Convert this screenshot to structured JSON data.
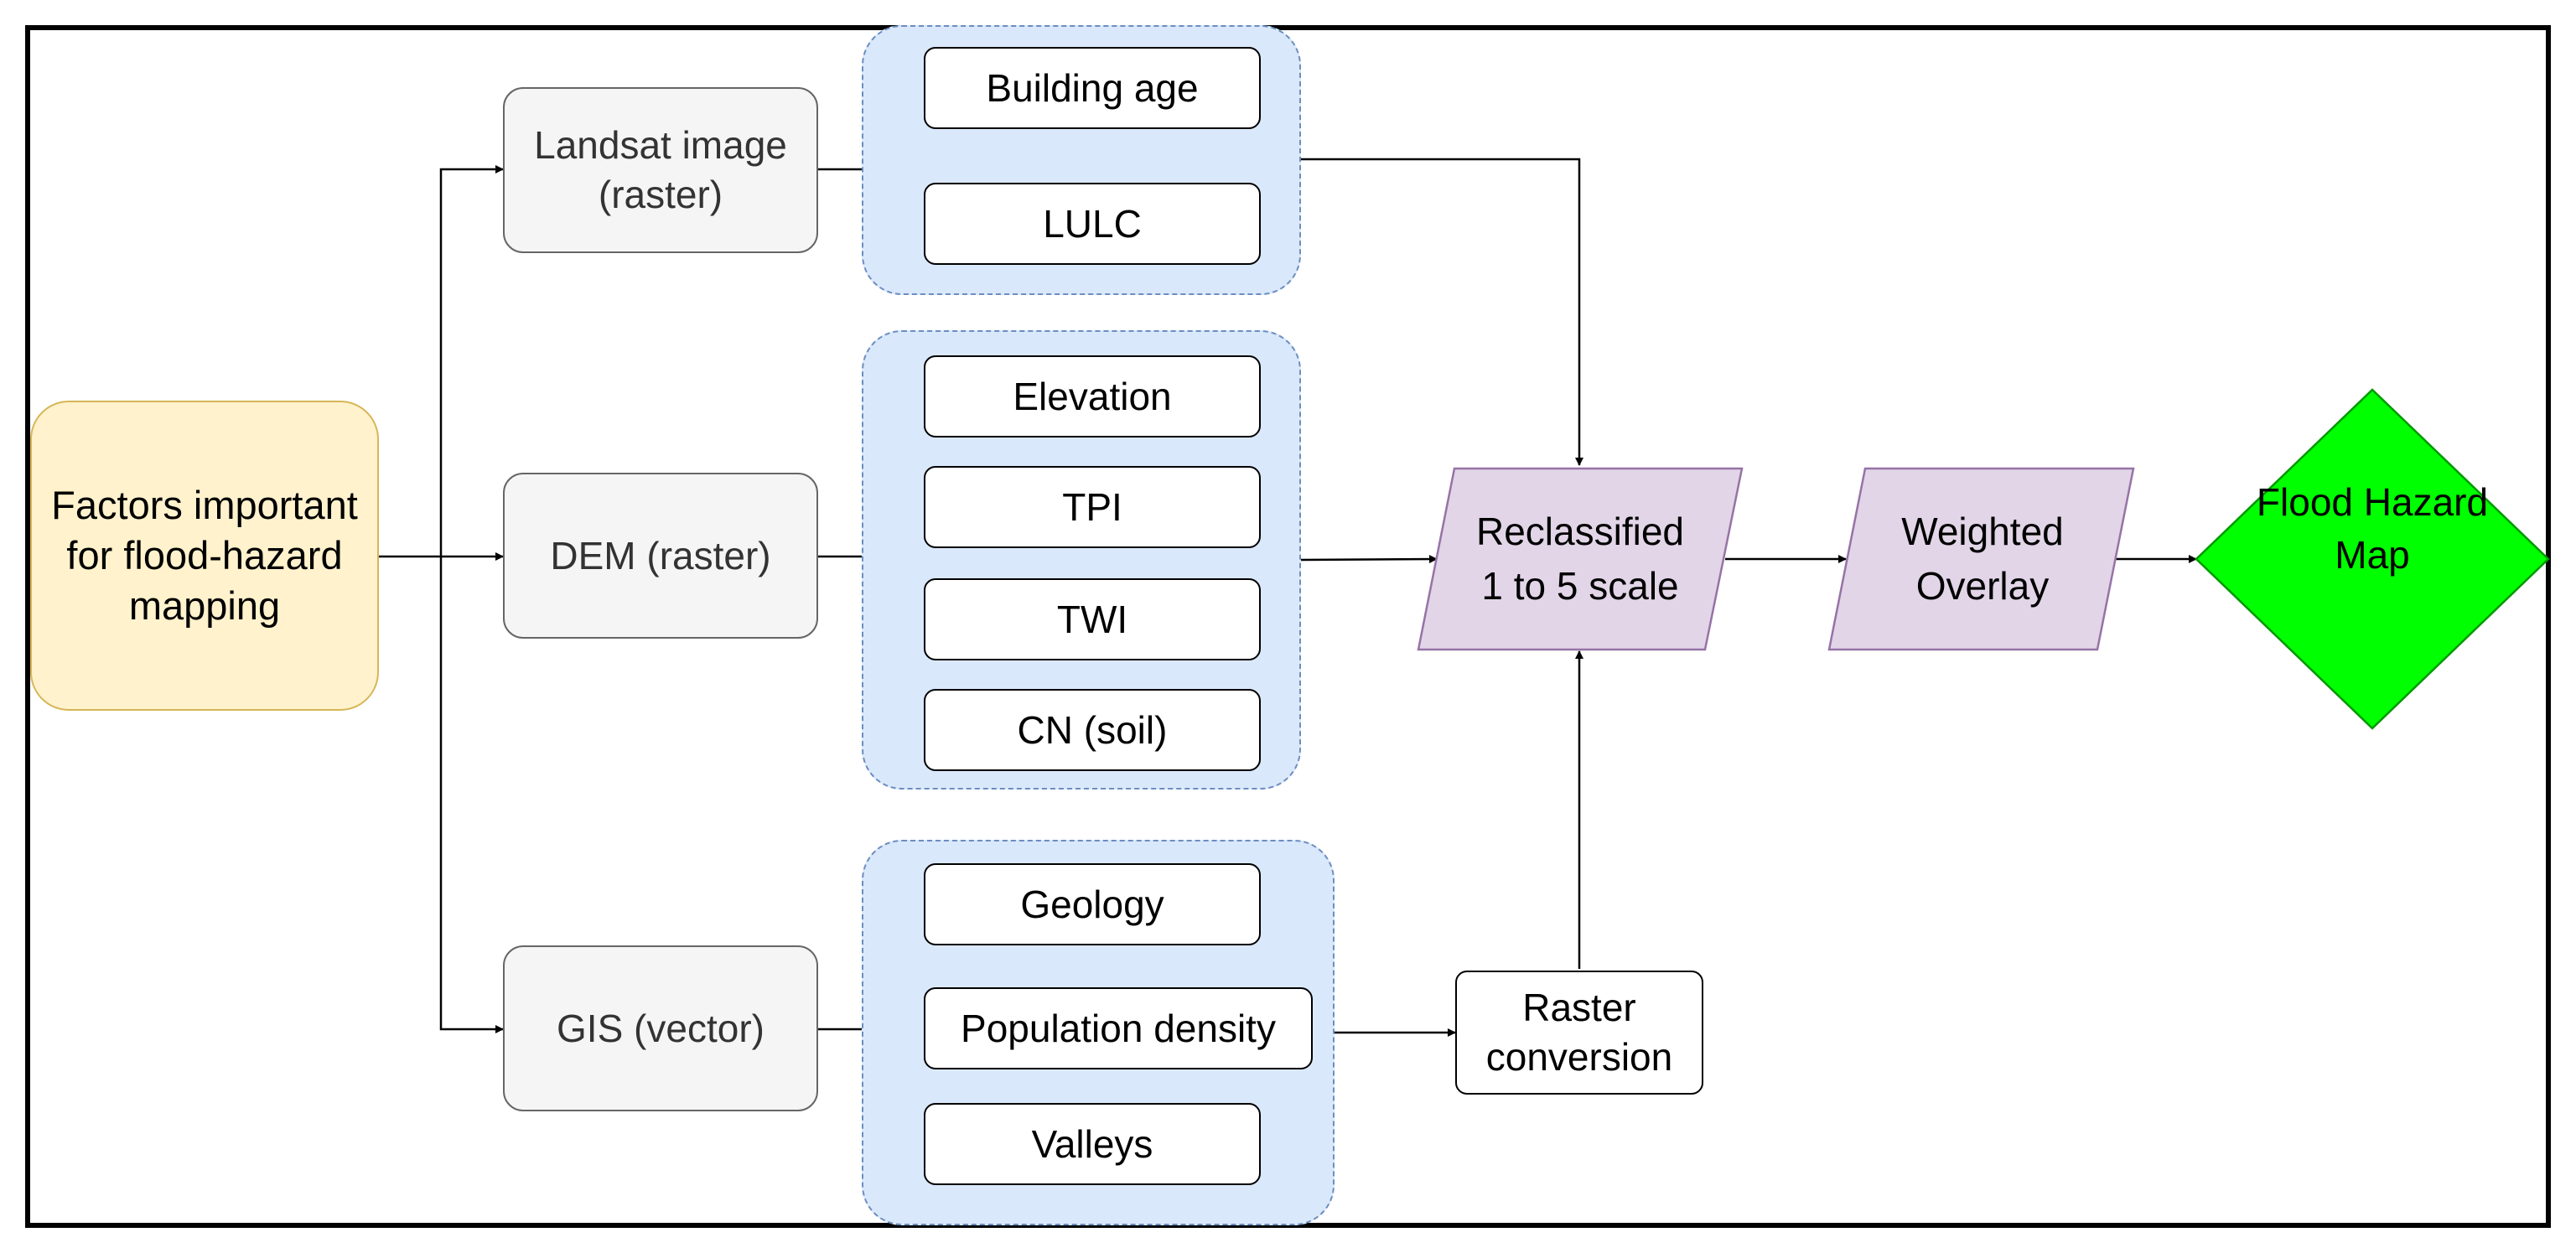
{
  "source": {
    "label": "Factors important\nfor flood-hazard\nmapping"
  },
  "inputs": {
    "landsat": "Landsat image\n(raster)",
    "dem": "DEM (raster)",
    "gis": "GIS (vector)"
  },
  "factors": {
    "building_age": "Building age",
    "lulc": "LULC",
    "elevation": "Elevation",
    "tpi": "TPI",
    "twi": "TWI",
    "cn_soil": "CN (soil)",
    "geology": "Geology",
    "population_density": "Population density",
    "valleys": "Valleys"
  },
  "process": {
    "raster_conversion": "Raster\nconversion",
    "reclassified": "Reclassified\n1 to 5 scale",
    "weighted_overlay": "Weighted\nOverlay"
  },
  "output": {
    "flood_hazard_map": "Flood Hazard\nMap"
  },
  "colors": {
    "source_fill": "#fff2cc",
    "input_fill": "#f5f5f5",
    "group_fill": "#dae8fc",
    "process_fill": "#e1d5e7",
    "process_stroke": "#9673a6",
    "output_fill": "#00ff00"
  }
}
